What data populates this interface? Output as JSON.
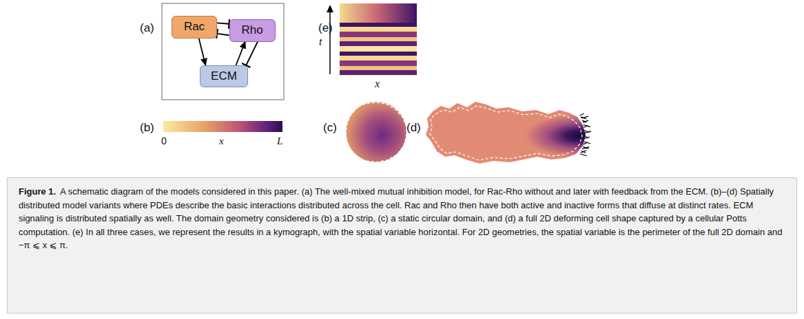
{
  "diagram": {
    "caption": "A schematic diagram of the models considered in this paper. (a) The well-mixed mutual inhibition model, for Rac-Rho without and later with feedback from the ECM. (b)–(d) Spatially distributed model variants where PDEs describe the basic interactions distributed across the cell. Rac and Rho then have both active and inactive forms that diffuse at distinct rates. ECM signaling is distributed spatially as well. The domain geometry considered is (b) a 1D strip, (c) a static circular domain, and (d) a full 2D deforming cell shape captured by a cellular Potts computation. (e) In all three cases, we represent the results in a kymograph, with the spatial variable horizontal. For 2D geometries, the spatial variable is the perimeter of the full 2D domain and −π ⩽ x ⩽ π.",
    "nodes": [
      {
        "text": [
          "Rac"
        ]
      },
      {
        "text": [
          "Rho"
        ]
      },
      {
        "text": [
          "ECM"
        ]
      }
    ],
    "edges": [
      {
        "from": 0,
        "to": 1,
        "arrow": "to"
      },
      {
        "from": 1,
        "to": 0,
        "arrow": "to"
      },
      {
        "from": 0,
        "to": 2,
        "arrow": "to"
      },
      {
        "from": 2,
        "to": 1,
        "arrow": "to"
      },
      {
        "from": 1,
        "to": 2,
        "arrow": "to"
      }
    ],
    "labels": [
      "(a)",
      "(e)",
      "t",
      "x",
      "(b)",
      "0",
      "x",
      "L",
      "(c)",
      "(d)",
      "Figure 1."
    ]
  }
}
